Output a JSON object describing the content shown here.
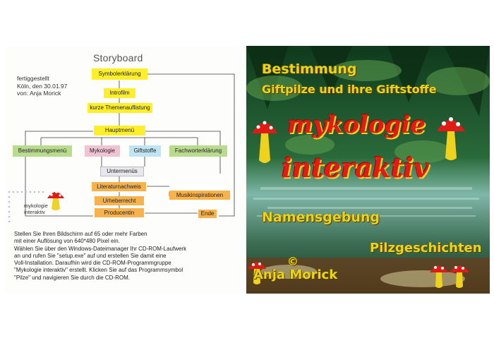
{
  "storyboard": {
    "title": "Storyboard",
    "meta": [
      "fertiggestellt",
      "Köln, den 30.01.97",
      "von: Anja Morick"
    ],
    "nodes": {
      "symbolerklaerung": "Symbolerklärung",
      "introfilm": "Introfilm",
      "themen": "kurze Themenauflistung",
      "hauptmenue": "Hauptmenü",
      "bestimmungsmenue": "Bestimmungsmenü",
      "mykologie": "Mykologie",
      "giftstoffe": "Giftstoffe",
      "fachwort": "Fachworterklärung",
      "untermenues": "Untermenüs",
      "literatur": "Literaturnachweis",
      "musik": "Musikinspirationen",
      "urheberrecht": "Urheberrecht",
      "producentin": "Producentin",
      "ende": "Ende"
    },
    "logo_text": [
      "mykologie",
      "interaktiv"
    ],
    "instructions": [
      "Stellen Sie Ihren Bildschirm auf 65            oder mehr Farben",
      "mit einer Auflösung von 640*480 Pixel ein.",
      "Wählen Sie über den Windows-Dateimanager Ihr CD-ROM-Laufwerk",
      "an und rufen Sie \"setup.exe\" auf und erstellen Sie damit eine",
      "Voll-Installation. Daraufhin wird die CD-ROM-Programmgruppe",
      " \"Mykologie interaktiv\" erstellt. Klicken Sie auf das Programmsymbol",
      "\"Pilze\" und navigieren Sie durch die CD-ROM."
    ]
  },
  "cover": {
    "line1": "Bestimmung",
    "line2": "Giftpilze und ihre Giftstoffe",
    "title1": "mykologie",
    "title2": "interaktiv",
    "line3": "Namensgebung",
    "line4": "Pilzgeschichten",
    "author": "Anja Morick",
    "author_symbol": "©"
  },
  "colors": {
    "yellow": "#ffef2a",
    "orange": "#f7b24c",
    "green": "#b8dc8c",
    "pink": "#f0c3d4",
    "blue": "#bfe4f2",
    "cover_text": "#e8d51a",
    "cover_title": "#e51a14"
  }
}
